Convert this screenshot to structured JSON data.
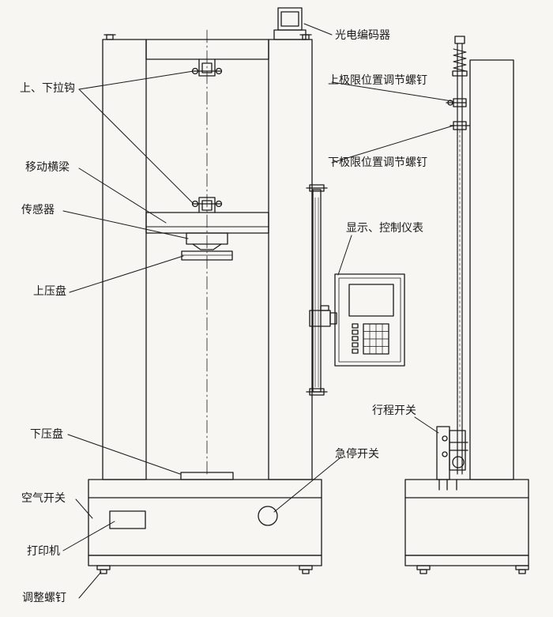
{
  "labels": {
    "encoder": "光电编码器",
    "hooks": "上、下拉钩",
    "crossbeam": "移动横梁",
    "sensor": "传感器",
    "upper_platen": "上压盘",
    "display": "显示、控制仪表",
    "upper_limit": "上极限位置调节螺钉",
    "lower_limit": "下极限位置调节螺钉",
    "travel_switch": "行程开关",
    "emergency_stop": "急停开关",
    "lower_platen": "下压盘",
    "air_switch": "空气开关",
    "printer": "打印机",
    "adjust_screw": "调整螺钉"
  },
  "colors": {
    "line": "#1a1a1a",
    "paper": "#f7f6f3"
  }
}
